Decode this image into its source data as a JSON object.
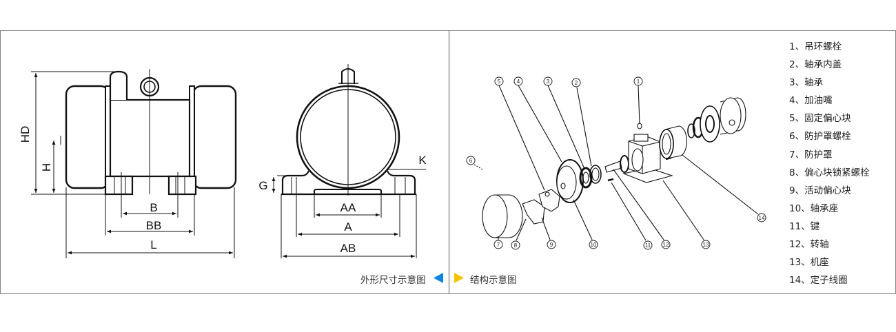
{
  "dimension_drawing": {
    "side_view_labels": {
      "hd": "HD",
      "h": "H",
      "b": "B",
      "bb": "BB",
      "l": "L"
    },
    "front_view_labels": {
      "g": "G",
      "k": "K",
      "aa": "AA",
      "a": "A",
      "ab": "AB"
    }
  },
  "structure_drawing": {
    "callouts": [
      "1",
      "2",
      "3",
      "4",
      "5",
      "6",
      "7",
      "8",
      "9",
      "10",
      "11",
      "12",
      "13",
      "14"
    ]
  },
  "legend": {
    "items": [
      "1、吊环螺栓",
      "2、轴承内盖",
      "3、轴承",
      "4、加油嘴",
      "5、固定偏心块",
      "6、防护罩螺栓",
      "7、防护罩",
      "8、偏心块锁紧螺栓",
      "9、活动偏心块",
      "10、轴承座",
      "11、键",
      "12、转轴",
      "13、机座",
      "14、定子线圈"
    ]
  },
  "nav": {
    "left_label": "外形尺寸示意图",
    "right_label": "结构示意图",
    "left_arrow_color": "#0a84e0",
    "right_arrow_color": "#f5c400",
    "left_arrow_icon": "triangle-left-icon",
    "right_arrow_icon": "triangle-right-icon"
  }
}
